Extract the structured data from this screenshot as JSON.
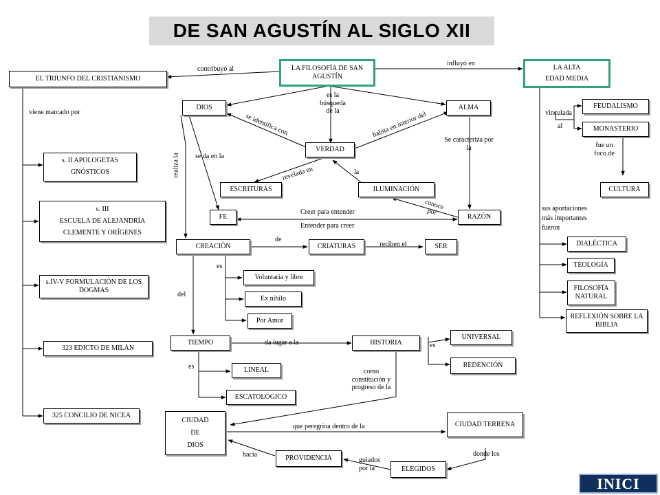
{
  "title": "DE SAN AGUSTÍN AL SIGLO XII",
  "nodes": {
    "filosofia": "LA FILOSOFÍA DE SAN AGUSTÍN",
    "alta_edad": [
      "LA ALTA",
      "EDAD MEDIA"
    ],
    "triunfo": "EL TRIUNFO DEL CRISTIANISMO",
    "dios": "DIOS",
    "alma": "ALMA",
    "verdad": "VERDAD",
    "escrituras": "ESCRITURAS",
    "iluminacion": "ILUMINACIÓN",
    "fe": "FE",
    "razon": "RAZÓN",
    "creacion": "CREACIÓN",
    "criaturas": "CRIATURAS",
    "ser": "SER",
    "voluntaria": "Voluntaria y libre",
    "ex_nihilo": "Ex nihilo",
    "por_amor": "Por Amor",
    "tiempo": "TIEMPO",
    "historia": "HISTORIA",
    "universal": "UNIVERSAL",
    "redencion": "REDENCIÓN",
    "lineal": "LINEAL",
    "escatologico": "ESCATOLÓGICO",
    "ciudad_dios": [
      "CIUDAD",
      "DE",
      "DIOS"
    ],
    "ciudad_terrena": "CIUDAD TERRENA",
    "providencia": "PROVIDENCIA",
    "elegidos": "ELEGIDOS",
    "apologetas": [
      "s. II  APOLOGETAS",
      "GNÓSTICOS"
    ],
    "alejandria": [
      "s. III",
      "ESCUELA DE ALEJANDRÍA",
      "CLEMENTE Y ORÍGENES"
    ],
    "dogmas": "s.IV-V  FORMULACIÓN DE LOS DOGMAS",
    "milan": "323  EDICTO DE MILÁN",
    "nicea": "325 CONCILIO DE NICEA",
    "feudalismo": "FEUDALISMO",
    "monasterio": "MONASTERIO",
    "cultura": "CULTURA",
    "dialectica": "DIALÉCTICA",
    "teologia": "TEOLOGÍA",
    "filosofia_natural": "FILOSOFÍA NATURAL",
    "reflexion": "REFLEXIÓN SOBRE LA BIBLIA"
  },
  "links": {
    "contribuyo": "contribuyó al",
    "influyo": "influyó en",
    "viene_marcado": "viene marcado por",
    "busqueda": "es la búsqueda de la",
    "identifica": "se identifica con",
    "habita": "habita en interior del",
    "caracteriza": "Se caracteriza por la",
    "se_da": "se da en la",
    "realiza": "realiza la",
    "revelada": "revelada en",
    "la": "la",
    "conoce": "conoce por",
    "creer": "Creer para entender",
    "entender": "Entender para creer",
    "de": "de",
    "reciben": "reciben el",
    "es_creacion": "es",
    "del": "del",
    "da_lugar": "da lugar a la",
    "es_historia": "es",
    "es_tiempo": "es",
    "como": "como constitución y progreso de la",
    "peregrina": "que peregrina dentro de la",
    "hacia": "hacia",
    "guiados": "guiados por la",
    "donde": "donde los",
    "vinculada": "vinculada",
    "al": "al",
    "foco": "fue un foco de",
    "aportaciones": "sus aportaciones más importantes fueron"
  },
  "nav": {
    "inicio_label": "INICI"
  },
  "colors": {
    "highlight_border": "#2fa37a",
    "title_bg": "#d9d9d9",
    "button_bg": "#0f2f5f"
  }
}
